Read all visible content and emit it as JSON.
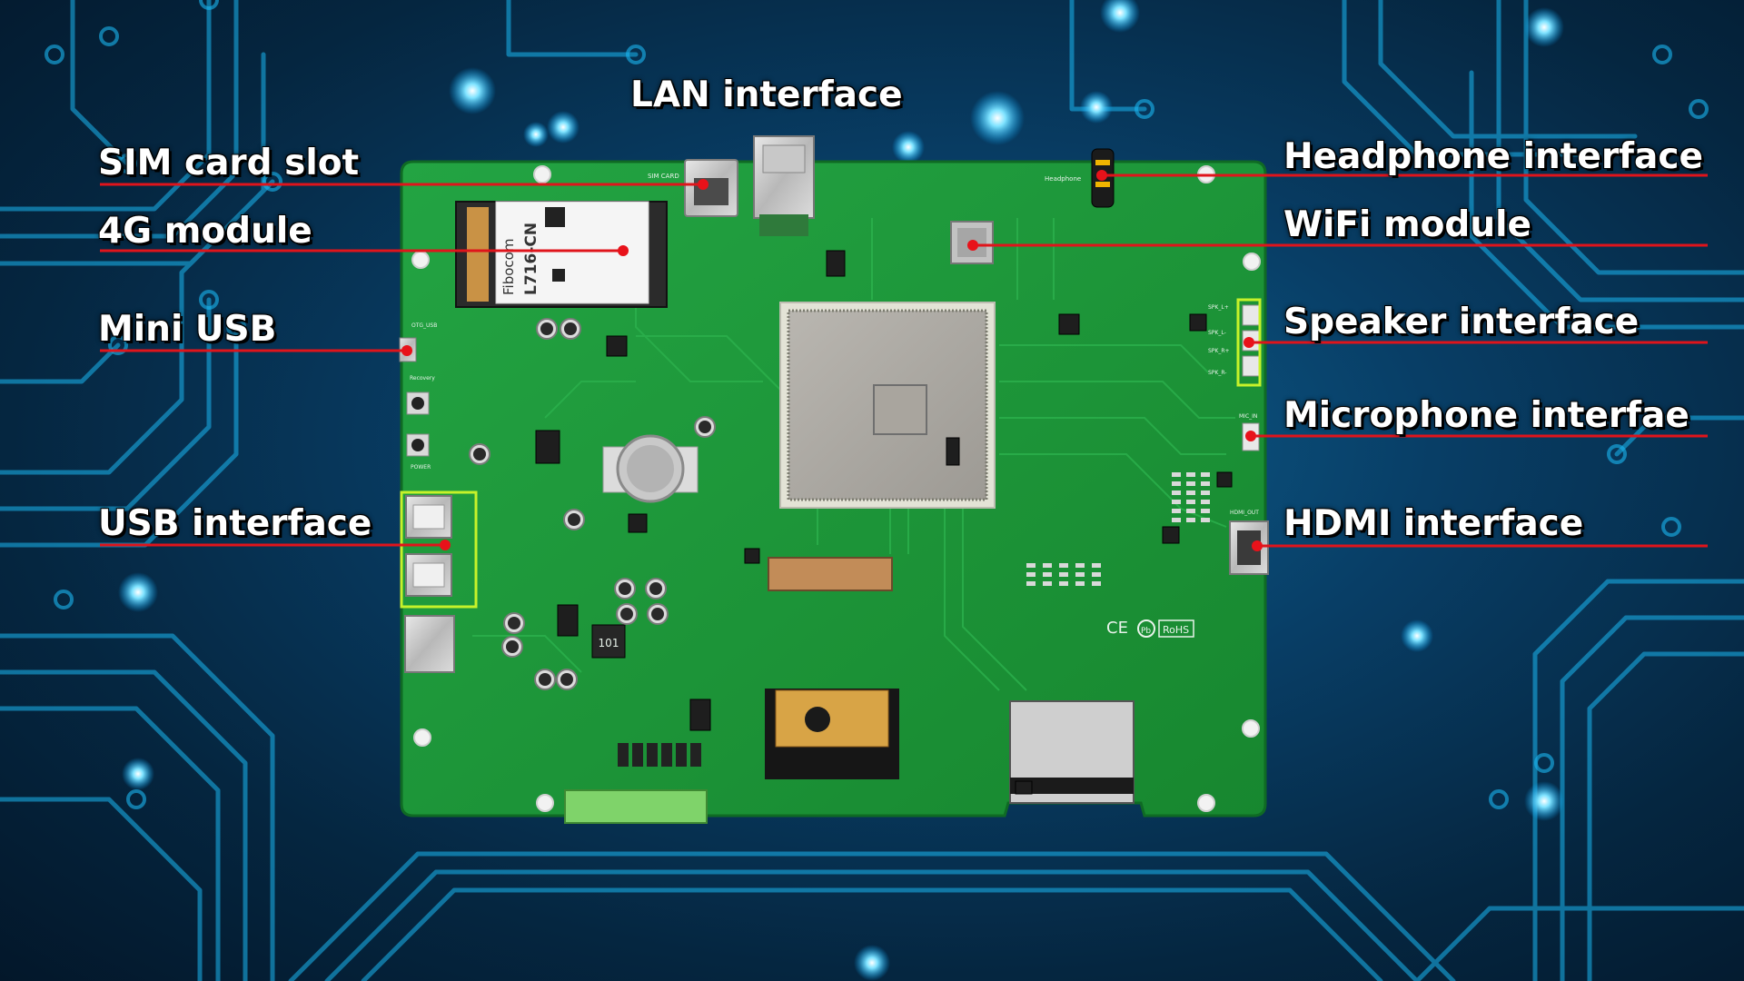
{
  "labels": {
    "lan": "LAN interface",
    "sim": "SIM card slot",
    "module_4g": "4G module",
    "mini_usb": "Mini USB",
    "usb": "USB interface",
    "headphone": "Headphone interface",
    "wifi": "WiFi module",
    "speaker": "Speaker interface",
    "microphone": "Microphone interfae",
    "hdmi": "HDMI interface"
  },
  "board_markings": {
    "sim_card": "SIM CARD",
    "headphone": "Headphone",
    "otg_usb": "OTG_USB",
    "recovery": "Recovery",
    "power": "POWER",
    "mic_in": "MIC_IN",
    "hdmi_out": "HDMI_OUT",
    "spk_l_pos": "SPK_L+",
    "spk_l_neg": "SPK_L-",
    "spk_r_pos": "SPK_R+",
    "spk_r_neg": "SPK_R-",
    "module_brand": "Fibocom",
    "module_model": "L716-CN",
    "cert_ce": "CE",
    "cert_pb": "Pb",
    "cert_rohs": "RoHS",
    "inductor": "101"
  },
  "colors": {
    "pcb": "#1e9a3c",
    "leader_line": "#e0141b",
    "marker_dot": "#e8121a",
    "highlight": "#c6f22a",
    "label_text": "#ffffff",
    "background": "#083e66",
    "circuit_trace": "#1ab6f0"
  }
}
